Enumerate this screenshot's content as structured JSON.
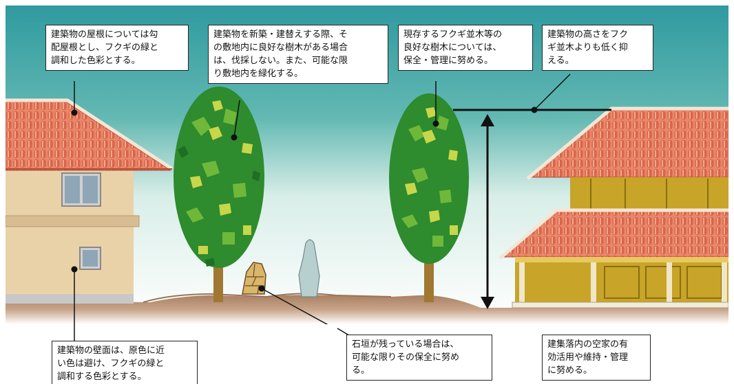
{
  "colors": {
    "sky_top": "#2f9aa0",
    "sky_bottom": "#ffffff",
    "ground": "#b08a6c",
    "roof_tile": "#e07a5a",
    "wall": "#ead2a8",
    "tree_dark": "#2e8b2e",
    "tree_light": "#c8d64a",
    "trunk": "#a07832",
    "wood": "#c8a428"
  },
  "icons": [
    "dot-marker",
    "double-arrow",
    "stone-wall",
    "gravestone"
  ],
  "annotations": {
    "roof": "建築物の屋根については勾\n配屋根とし、フクギの緑と\n調和した色彩とする。",
    "trees_on_site": "建築物を新築・建替えする際、そ\nの敷地内に良好な樹木がある場合\nは、伐採しない。また、可能な限\nり敷地内を緑化する。",
    "existing_trees": "現存するフクギ並木等の\n良好な樹木については、\n保全・管理に努める。",
    "height": "建築物の高さをフク\nギ並木よりも低く抑\nえる。",
    "wall": "建築物の壁面は、原色に近\nい色は避け、フクギの緑と\n調和する色彩とする。",
    "stone_wall": "石垣が残っている場合は、\n可能な限りその保全に努め\nる。",
    "vacant_house": "建集落内の空家の有\n効活用や維持・管理\nに努める。"
  }
}
